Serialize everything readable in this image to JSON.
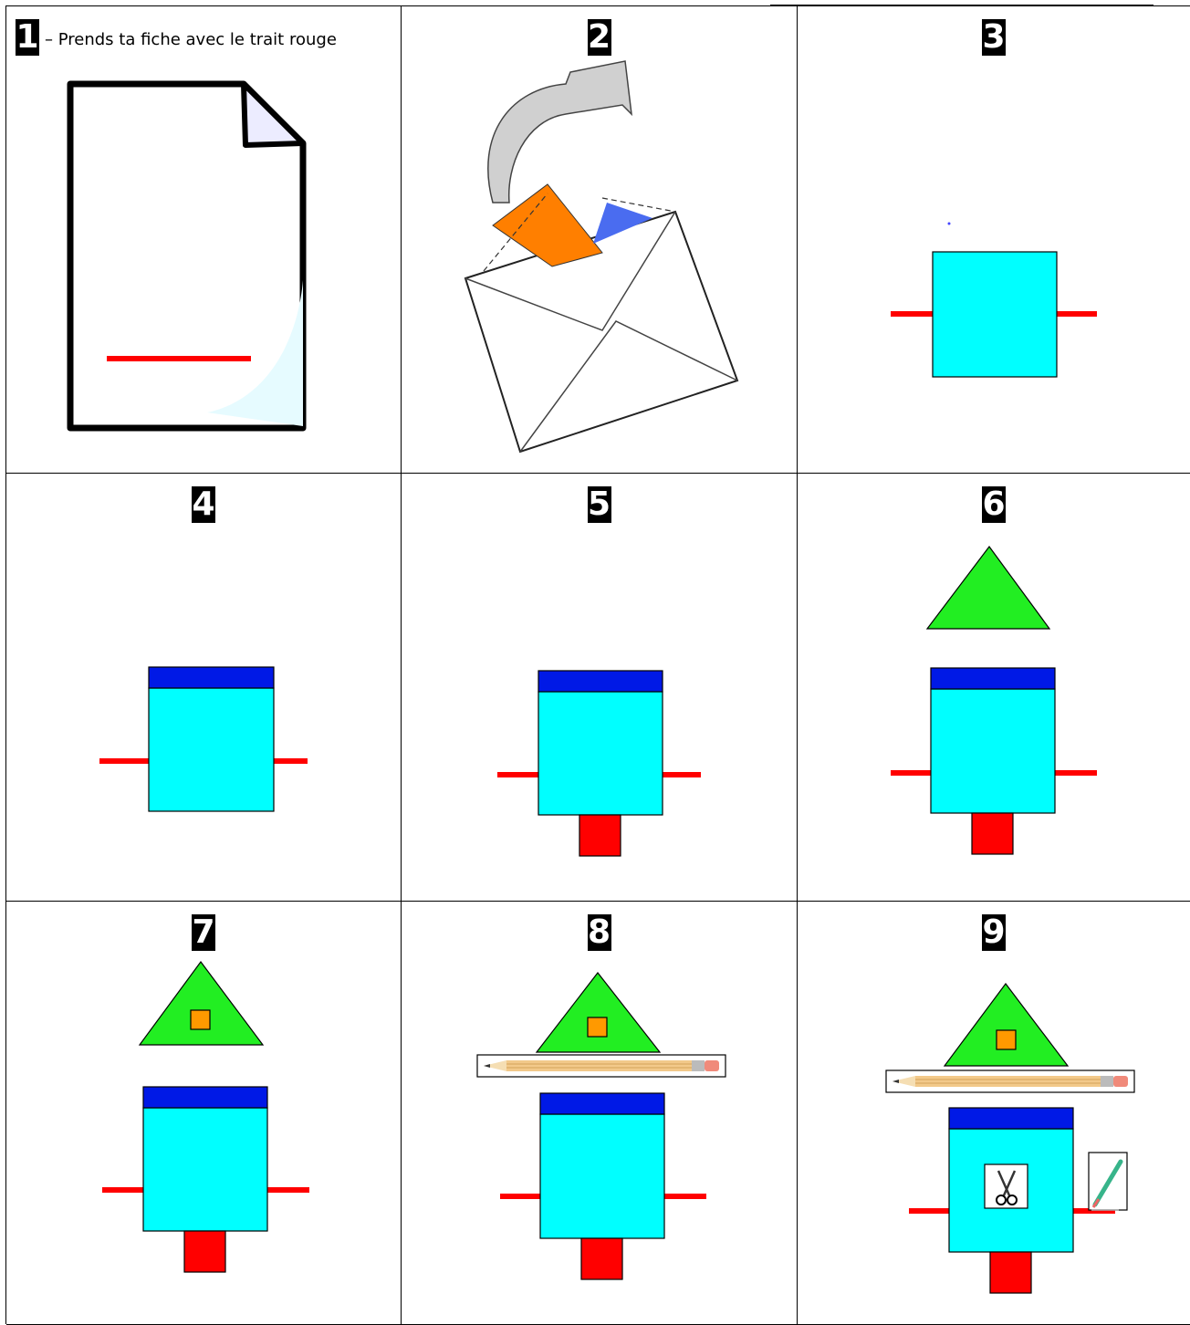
{
  "steps": [
    {
      "number": "1",
      "caption": "– Prends ta fiche avec le trait rouge"
    },
    {
      "number": "2"
    },
    {
      "number": "3"
    },
    {
      "number": "4"
    },
    {
      "number": "5"
    },
    {
      "number": "6"
    },
    {
      "number": "7"
    },
    {
      "number": "8"
    },
    {
      "number": "9"
    }
  ],
  "colors": {
    "body_cyan": "#00ffff",
    "roof_blue": "#0019e6",
    "arm_red": "#ff0000",
    "foot_red": "#ff0000",
    "triangle_green": "#22ee22",
    "window_orange": "#ff9900",
    "envelope_orange": "#ff7f00",
    "envelope_blue": "#4a6cf0"
  },
  "icons": [
    "document-icon",
    "envelope-icon",
    "pencil-icon",
    "scissors-icon",
    "pen-icon"
  ]
}
